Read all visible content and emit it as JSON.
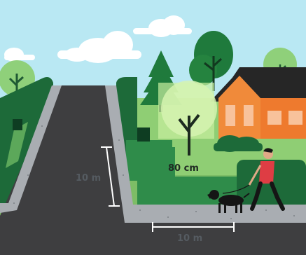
{
  "illustration": {
    "labels": {
      "road_width": "10 m",
      "sidewalk_length": "10 m",
      "hedge_height": "80 cm"
    },
    "colors": {
      "sky": "#b9e8f3",
      "cloud": "#ffffff",
      "road": "#3e3e40",
      "sidewalk": "#a9adb2",
      "hedge_dark": "#1d6a39",
      "hedge_mid": "#2f8c4a",
      "lawn": "#8fce74",
      "house_orange": "#ee7a2e",
      "roof": "#262626",
      "walker_top": "#de3d44",
      "dog": "#151515",
      "measure_line": "#ffffff"
    },
    "icons": [
      "cloud",
      "pine-tree",
      "deciduous-tree",
      "house",
      "person-walking",
      "dog",
      "hedge",
      "measurement-arrow"
    ]
  }
}
